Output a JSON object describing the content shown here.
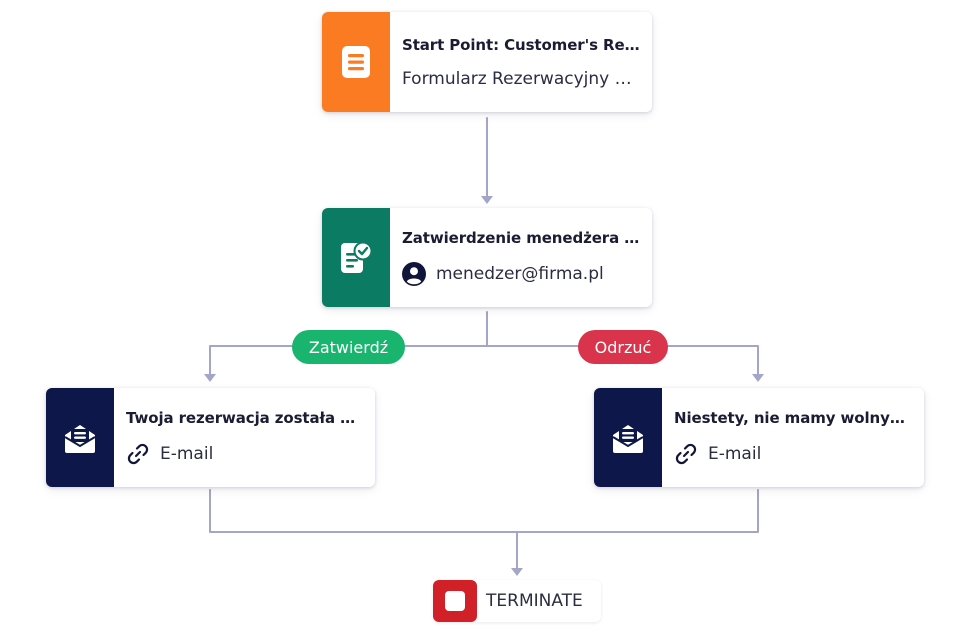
{
  "colors": {
    "connector": "#a3a6c9",
    "form_accent": "#fb7b22",
    "approval_accent": "#0b7c63",
    "email_accent": "#0e1749",
    "approve_badge": "#19b56f",
    "reject_badge": "#d9344b",
    "terminate": "#d22028"
  },
  "nodes": {
    "start": {
      "title": "Start Point: Customer's Rese...",
      "subtitle": "Formularz Rezerwacyjny R...",
      "icon": "form-icon"
    },
    "approval": {
      "title": "Zatwierdzenie menedżera re...",
      "assignee": "menedzer@firma.pl",
      "icon": "approval-document-icon",
      "assignee_icon": "user-avatar-icon"
    },
    "email_approve": {
      "title": "Twoja rezerwacja została pot...",
      "subtitle": "E-mail",
      "icon": "email-icon",
      "subtitle_icon": "link-icon"
    },
    "email_reject": {
      "title": "Niestety, nie mamy wolnych ...",
      "subtitle": "E-mail",
      "icon": "email-icon",
      "subtitle_icon": "link-icon"
    }
  },
  "branches": {
    "approve_label": "Zatwierdź",
    "reject_label": "Odrzuć"
  },
  "terminate": {
    "label": "TERMINATE",
    "icon": "stop-icon"
  }
}
